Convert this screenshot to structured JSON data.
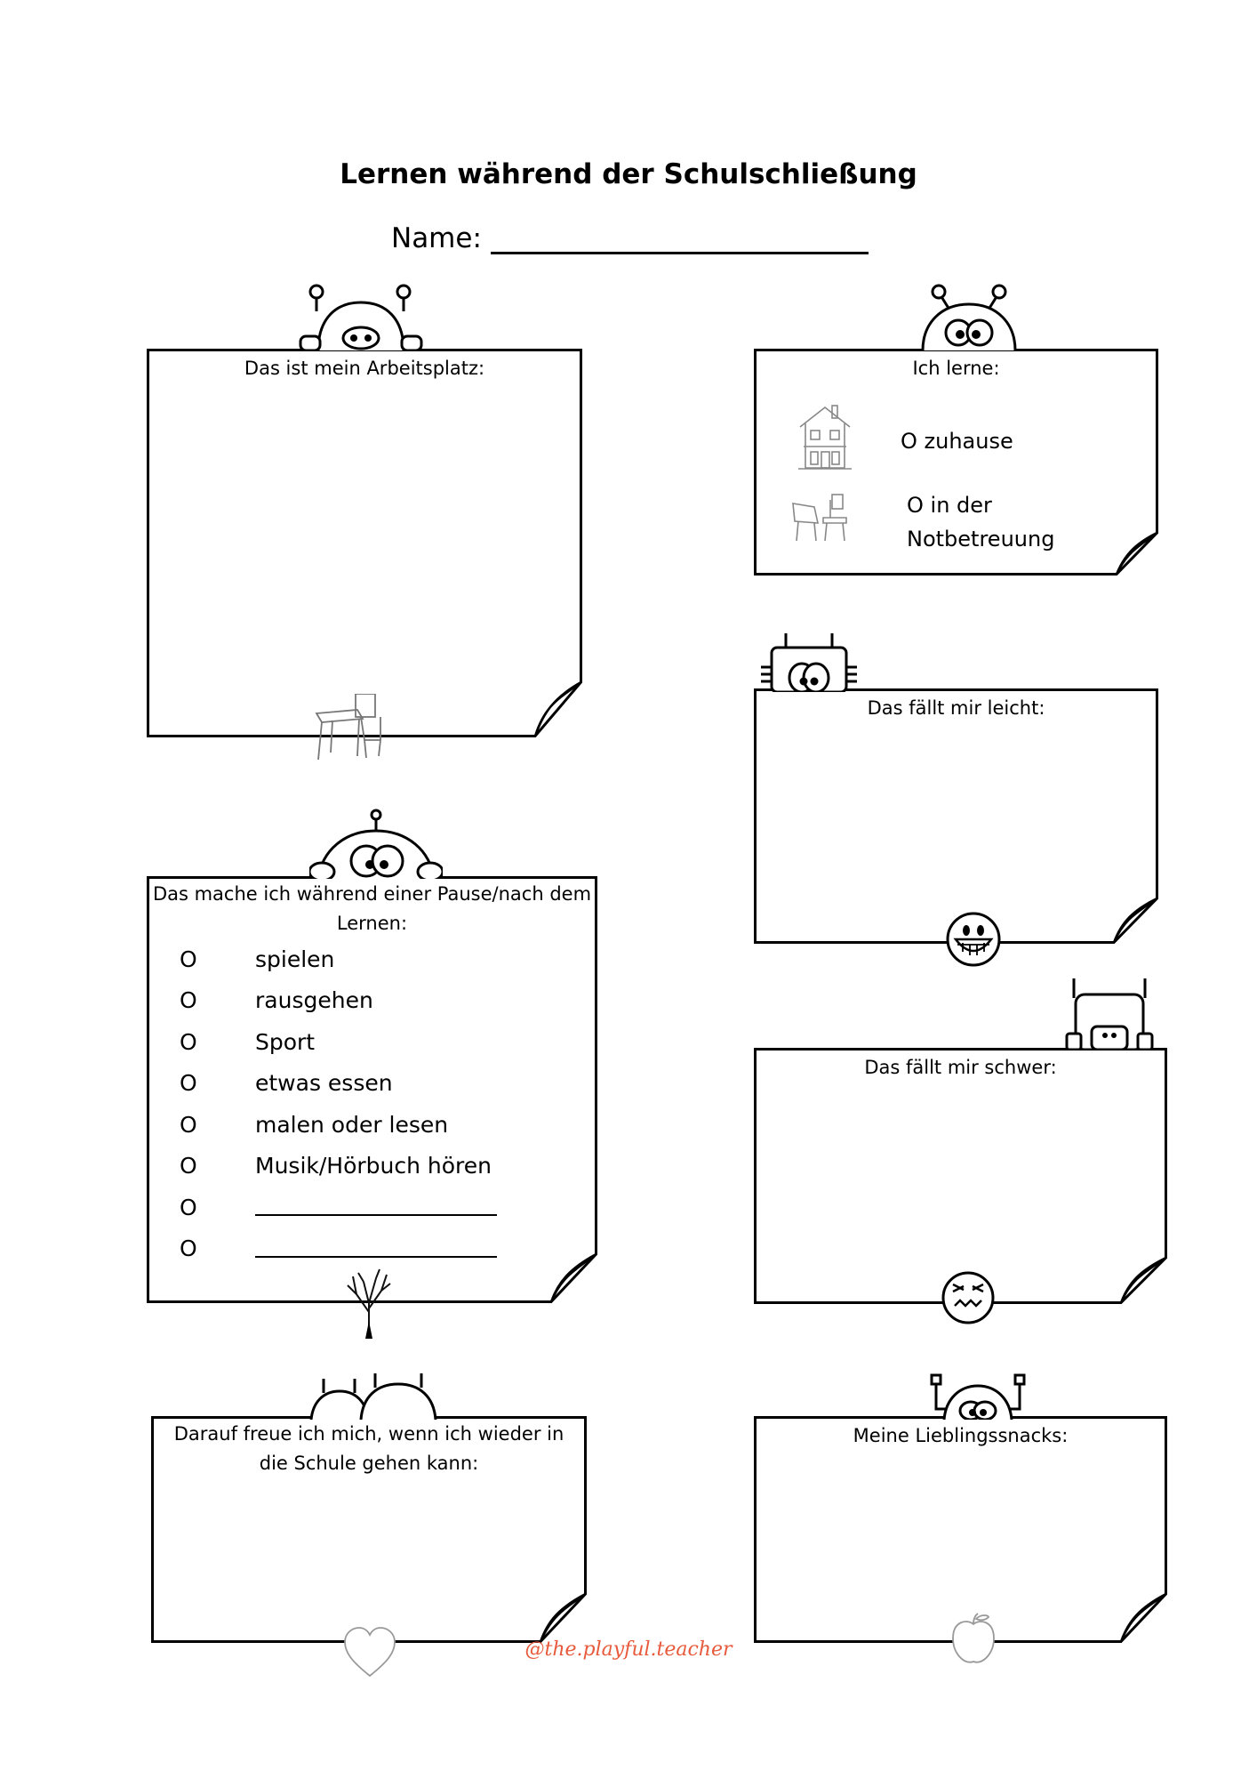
{
  "title": "Lernen während der Schulschließung",
  "name_label": "Name:",
  "boxes": {
    "workplace": {
      "title": "Das ist mein Arbeitsplatz:"
    },
    "learn": {
      "title": "Ich lerne:",
      "option_home": "O  zuhause",
      "option_care_1": "O  in der",
      "option_care_2": "Notbetreuung"
    },
    "easy": {
      "title": "Das fällt mir leicht:"
    },
    "break": {
      "title": "Das mache ich während einer Pause/nach dem Lernen:",
      "checkbox_symbol": "O",
      "items": [
        "spielen",
        "rausgehen",
        "Sport",
        "etwas essen",
        "malen oder lesen",
        "Musik/Hörbuch hören"
      ]
    },
    "hard": {
      "title": "Das fällt mir schwer:"
    },
    "lookforward": {
      "title": "Darauf freue ich mich, wenn ich wieder in die Schule gehen kann:"
    },
    "snacks": {
      "title": "Meine Lieblingssnacks:"
    }
  },
  "footer": "@the.playful.teacher",
  "colors": {
    "footer": "#e85a3c",
    "ink": "#000000"
  },
  "icons": [
    "monster-peek-icon",
    "house-icon",
    "school-desk-icon",
    "smiley-happy-icon",
    "smiley-angry-icon",
    "tree-icon",
    "heart-icon",
    "apple-icon"
  ]
}
